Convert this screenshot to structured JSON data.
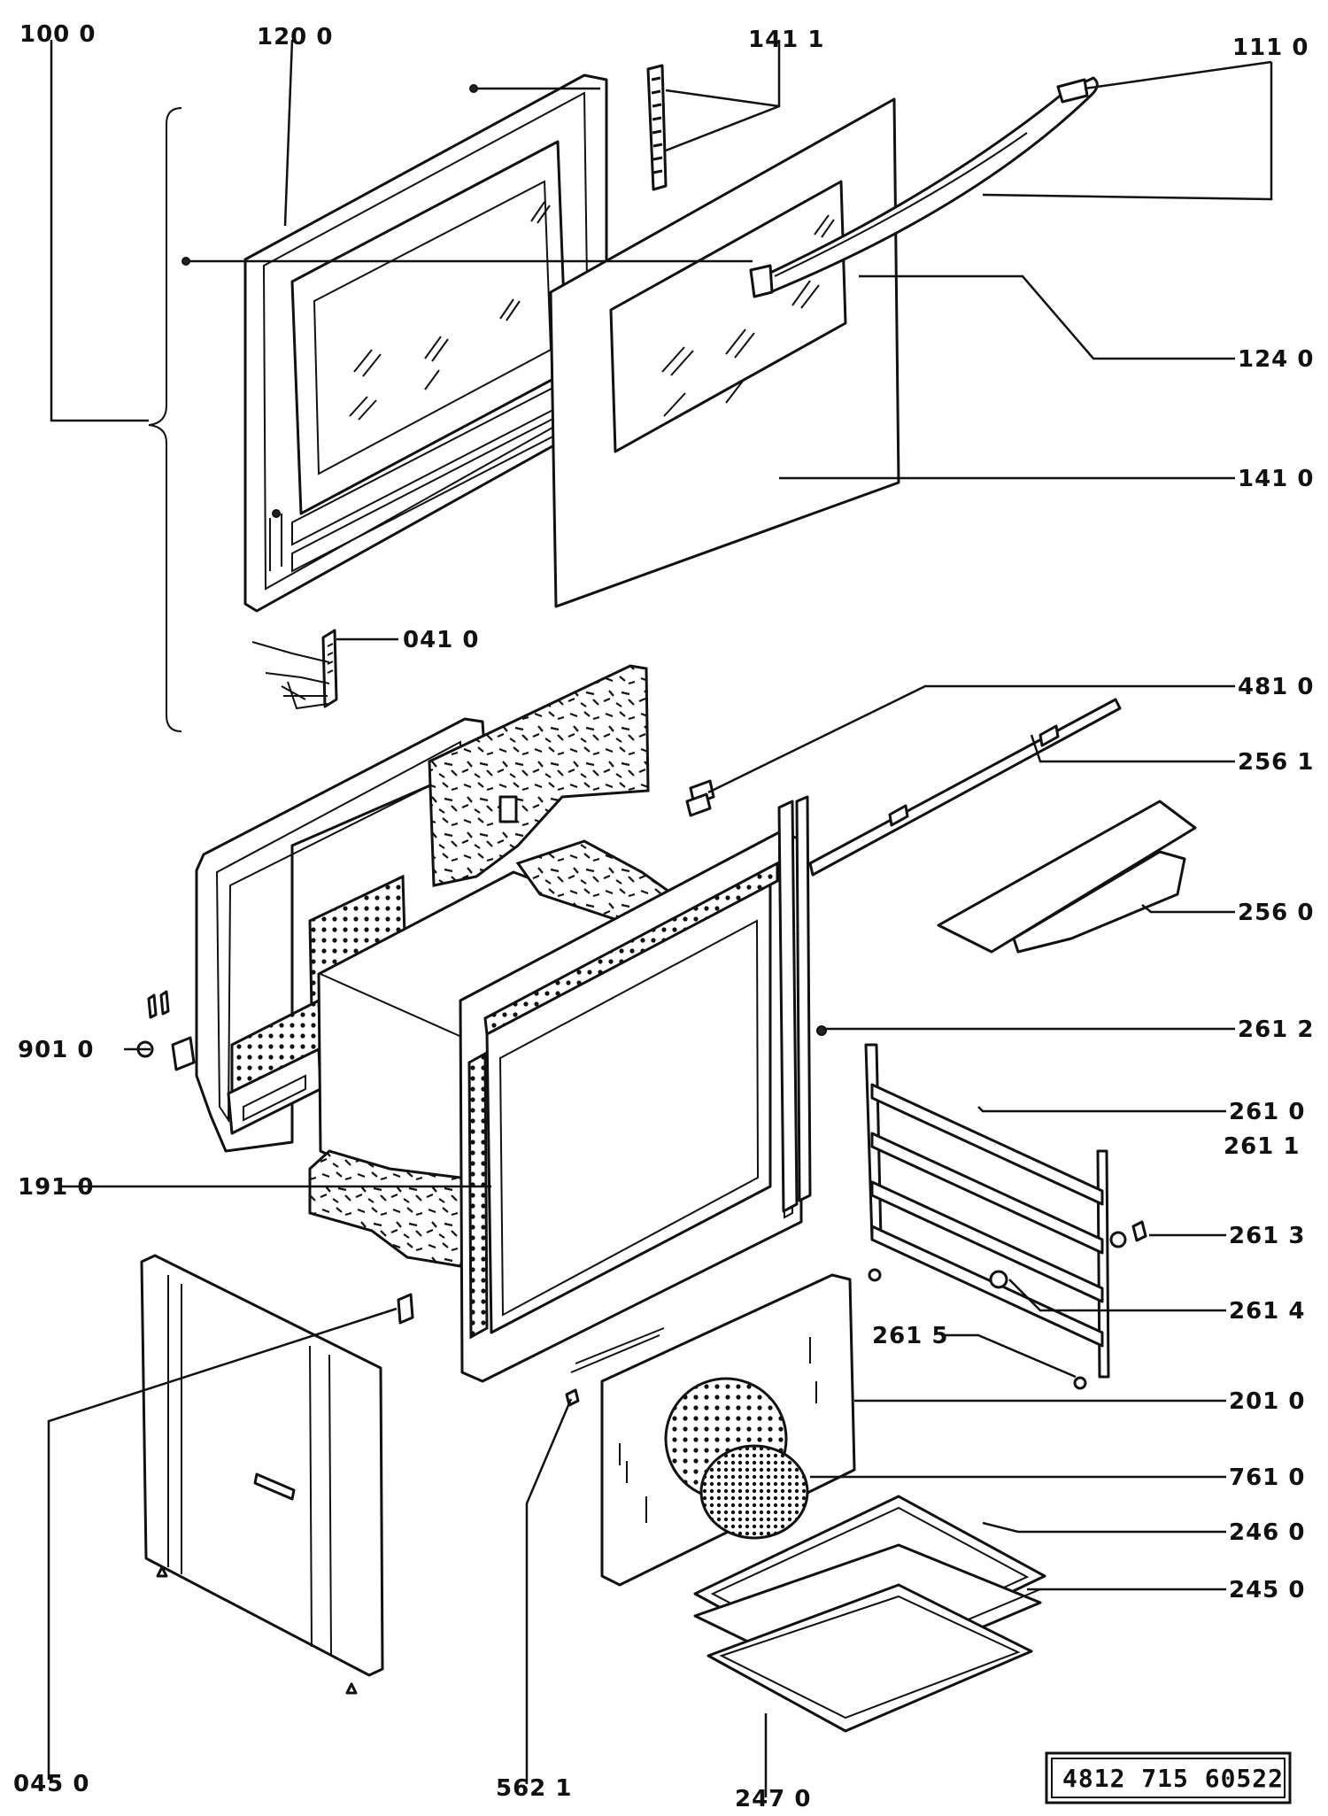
{
  "labels": {
    "l1000": "100 0",
    "l1200": "120 0",
    "l1411": "141 1",
    "l1110": "111 0",
    "l1240": "124 0",
    "l1410": "141 0",
    "l0410": "041 0",
    "l4810": "481 0",
    "l2561": "256 1",
    "l2560": "256 0",
    "l9010": "901 0",
    "l2612": "261 2",
    "l2610": "261 0",
    "l2611": "261 1",
    "l1910": "191 0",
    "l2613": "261 3",
    "l2614": "261 4",
    "l2615": "261 5",
    "l2010": "201 0",
    "l7610": "761 0",
    "l2460": "246 0",
    "l2450": "245 0",
    "l0450": "045 0",
    "l5621": "562 1",
    "l2470": "247  0"
  },
  "document_number": "4812   715   60522",
  "colors": {
    "ink": "#111111",
    "paper": "#ffffff"
  }
}
